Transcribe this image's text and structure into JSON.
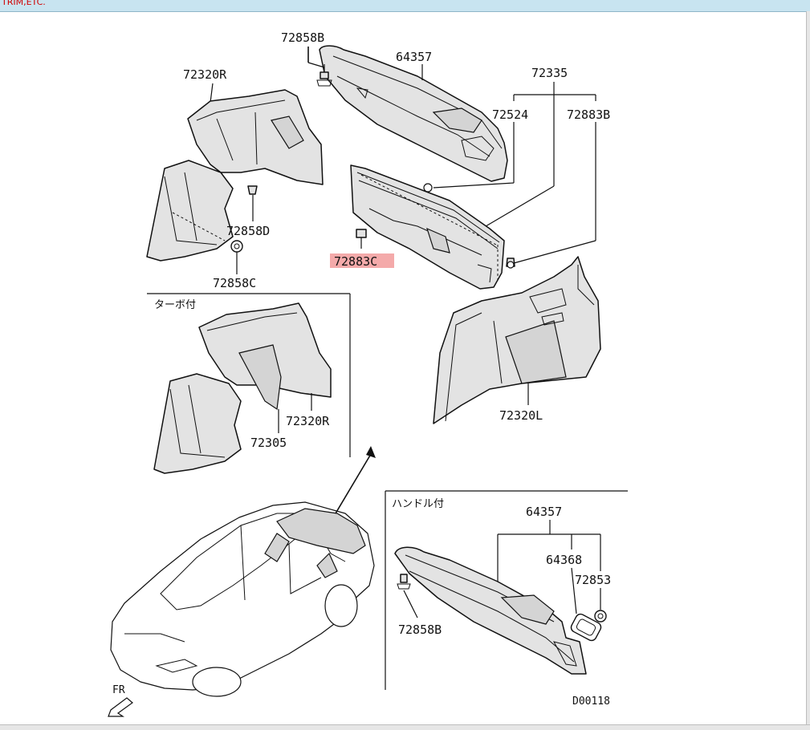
{
  "window": {
    "title": "TRIM,ETC."
  },
  "parts": {
    "p72858B_top": "72858B",
    "p64357_top": "64357",
    "p72335": "72335",
    "p72320R_top": "72320R",
    "p72524": "72524",
    "p72883B": "72883B",
    "p72858D": "72858D",
    "p72883C": "72883C",
    "p72858C": "72858C",
    "p72320R_turbo": "72320R",
    "p72305": "72305",
    "p72320L": "72320L",
    "p64357_handle": "64357",
    "p64368": "64368",
    "p72853": "72853",
    "p72858B_handle": "72858B"
  },
  "insets": {
    "turbo_label": "ターボ付",
    "handle_label": "ハンドル付"
  },
  "diagram_id": "D00118",
  "direction_label": "FR",
  "colors": {
    "highlight": "#f4aaaa",
    "title_text": "#d00000",
    "topbar": "#c8e4f0"
  }
}
